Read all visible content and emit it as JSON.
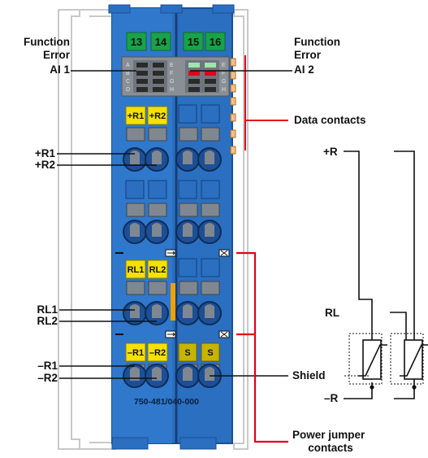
{
  "module": {
    "part_number": "750-481/040-000",
    "channel_numbers": [
      "13",
      "14",
      "15",
      "16"
    ],
    "led_letters_left": [
      "A",
      "B",
      "C",
      "D"
    ],
    "led_letters_right": [
      "E",
      "F",
      "G",
      "H"
    ],
    "colors": {
      "housing_blue": "#2a6fc0",
      "housing_dark": "#1c4f95",
      "label_yellow": "#f5e000",
      "label_olive": "#c7b400",
      "number_green": "#1aa14a",
      "led_red": "#e3001b",
      "led_green": "#9fe6a8",
      "bracket_red": "#e3001b",
      "contact_orange": "#f0a000"
    }
  },
  "terminal_labels": {
    "pos_r1": "+R1",
    "pos_r2": "+R2",
    "rl1": "RL1",
    "rl2": "RL2",
    "neg_r1": "–R1",
    "neg_r2": "–R2",
    "s1": "S",
    "s2": "S"
  },
  "callouts": {
    "function_left": "Function",
    "error_left": "Error",
    "ai1": "AI 1",
    "function_right": "Function",
    "error_right": "Error",
    "ai2": "AI 2",
    "data_contacts": "Data contacts",
    "plus_r1": "+R1",
    "plus_r2": "+R2",
    "rl1": "RL1",
    "rl2": "RL2",
    "minus_r1": "–R1",
    "minus_r2": "–R2",
    "shield": "Shield",
    "power_jumper_1": "Power jumper",
    "power_jumper_2": "contacts"
  },
  "schematic": {
    "plus_r": "+R",
    "rl": "RL",
    "minus_r": "–R"
  }
}
